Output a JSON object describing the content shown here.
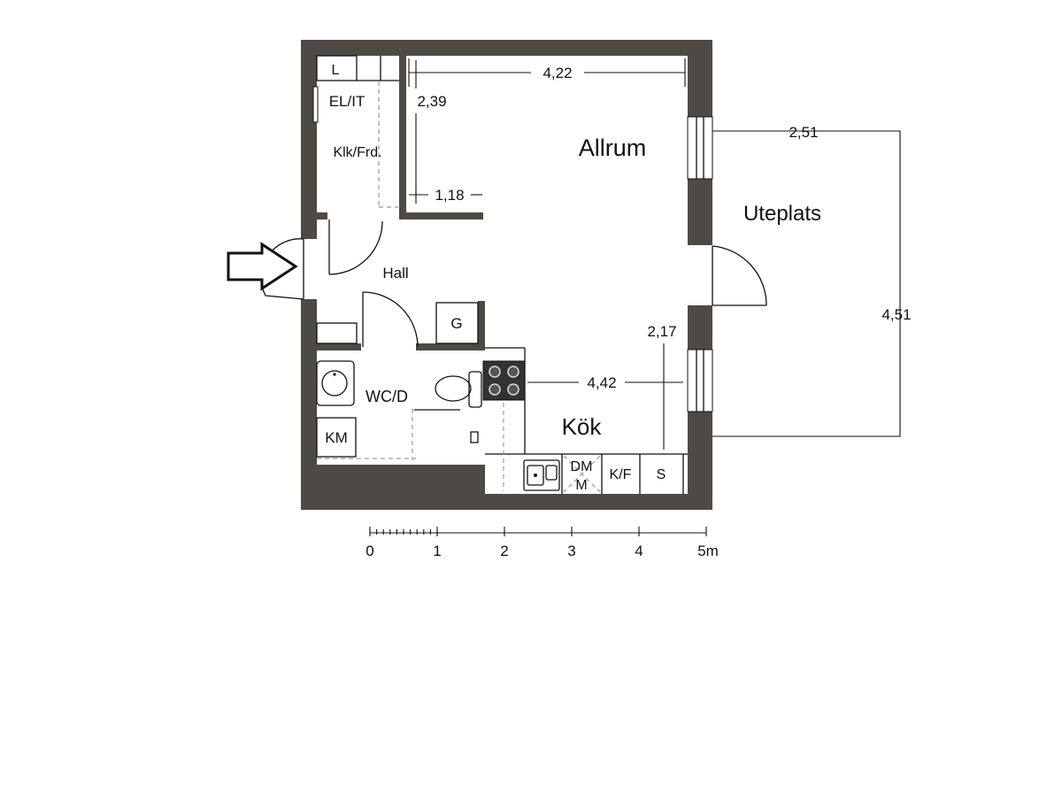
{
  "rooms": {
    "allrum": "Allrum",
    "uteplats": "Uteplats",
    "hall": "Hall",
    "kok": "Kök",
    "wc": "WC/D"
  },
  "fixtures": {
    "l": "L",
    "el_it": "EL/IT",
    "klk_frd": "Klk/Frd.",
    "g": "G",
    "km": "KM",
    "dm_line1": "DM",
    "dm_line2": "M",
    "kf": "K/F",
    "s": "S"
  },
  "dimensions": {
    "allrum_width": "4,22",
    "allrum_depth": "2,39",
    "closet": "1,18",
    "uteplats_width": "2,51",
    "uteplats_depth": "4,51",
    "kok_width": "4,42",
    "kok_depth": "2,17"
  },
  "scale": {
    "ticks": [
      "0",
      "1",
      "2",
      "3",
      "4",
      "5m"
    ]
  },
  "colors": {
    "wall": "#4d4944",
    "line": "#111111",
    "background": "#ffffff"
  }
}
